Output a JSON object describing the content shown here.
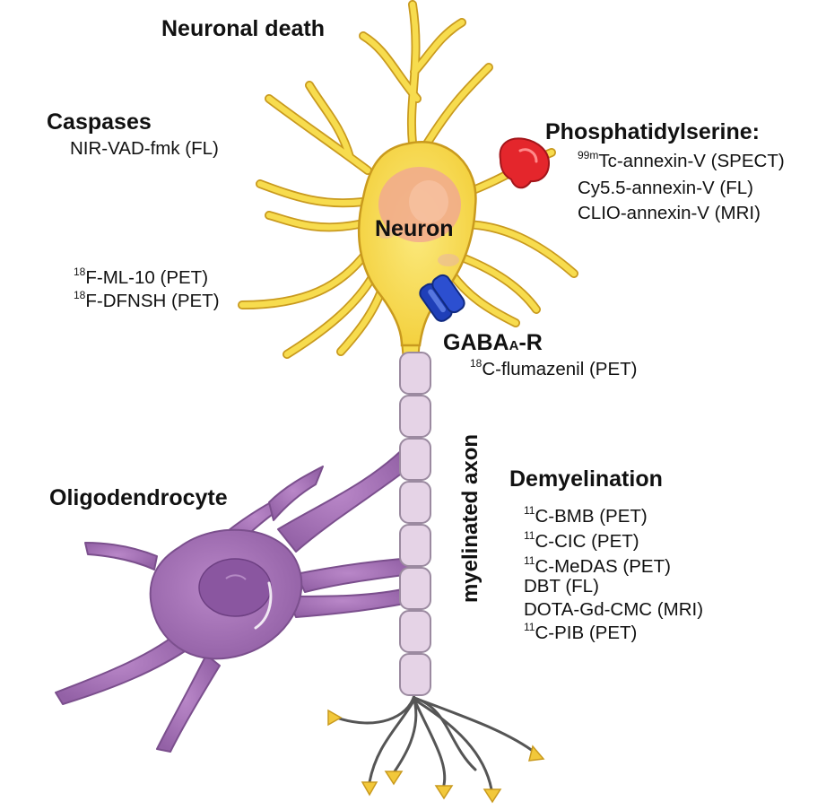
{
  "title": "Neuronal death",
  "neuron_label": "Neuron",
  "oligodendrocyte_label": "Oligodendrocyte",
  "axon_label": "myelinated axon",
  "caspases": {
    "heading": "Caspases",
    "probes": [
      {
        "iso": "",
        "text": "NIR-VAD-fmk (FL)"
      }
    ]
  },
  "membrane_probes": [
    {
      "iso": "18",
      "text": "F-ML-10 (PET)"
    },
    {
      "iso": "18",
      "text": "F-DFNSH (PET)"
    }
  ],
  "phosphatidylserine": {
    "heading": "Phosphatidylserine:",
    "probes": [
      {
        "iso": "99m",
        "text": "Tc-annexin-V (SPECT)"
      },
      {
        "iso": "",
        "text": "Cy5.5-annexin-V (FL)"
      },
      {
        "iso": "",
        "text": "CLIO-annexin-V (MRI)"
      }
    ]
  },
  "gaba": {
    "heading_main": "GABA",
    "heading_sub": "A",
    "heading_tail": "-R",
    "probes": [
      {
        "iso": "18",
        "text": "C-flumazenil (PET)"
      }
    ]
  },
  "demyelination": {
    "heading": "Demyelination",
    "probes": [
      {
        "iso": "11",
        "text": "C-BMB (PET)"
      },
      {
        "iso": "11",
        "text": "C-CIC (PET)"
      },
      {
        "iso": "11",
        "text": "C-MeDAS (PET)"
      },
      {
        "iso": "",
        "text": "DBT (FL)"
      },
      {
        "iso": "",
        "text": "DOTA-Gd-CMC (MRI)"
      },
      {
        "iso": "11",
        "text": "C-PIB (PET)"
      }
    ]
  },
  "colors": {
    "neuron_fill": "#f7dc4e",
    "neuron_edge": "#c99a1e",
    "nucleus": "#f1a98e",
    "oligodendrocyte": "#a673b8",
    "oligodendrocyte_edge": "#7b4f8d",
    "myelin": "#e5d3e6",
    "myelin_edge": "#9b8aa0",
    "annexin_receptor": "#e4262c",
    "gaba_receptor": "#1f3fb8",
    "terminal_line": "#555555",
    "terminal_bouton": "#f2c83a"
  }
}
